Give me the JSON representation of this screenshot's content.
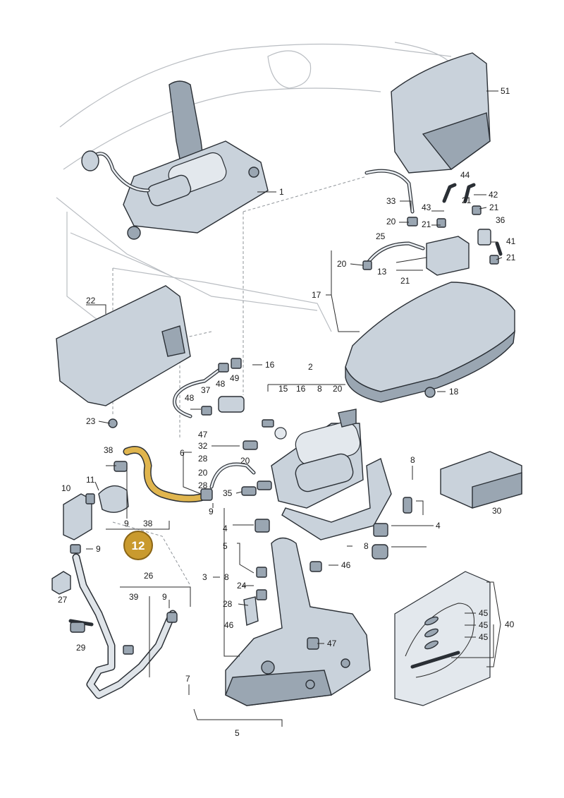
{
  "highlight": {
    "badge": "12",
    "color_fill": "#c99a2e",
    "color_stroke": "#8a6516",
    "hose_color": "#e0b54e"
  },
  "labels": {
    "p1": "1",
    "p2": "2",
    "p3": "3",
    "p4a": "4",
    "p4b": "4",
    "p5a": "5",
    "p5b": "5",
    "p6": "6",
    "p7": "7",
    "p8a": "8",
    "p8b": "8",
    "p8c": "8",
    "p8d": "8",
    "p9a": "9",
    "p9b": "9",
    "p9c": "9",
    "p9d": "9",
    "p10": "10",
    "p11": "11",
    "p13": "13",
    "p15": "15",
    "p16a": "16",
    "p16b": "16",
    "p17": "17",
    "p18": "18",
    "p20a": "20",
    "p20b": "20",
    "p20c": "20",
    "p20d": "20",
    "p20e": "20",
    "p21a": "21",
    "p21b": "21",
    "p21c": "21",
    "p21d": "21",
    "p21e": "21",
    "p22": "22",
    "p23": "23",
    "p24": "24",
    "p25": "25",
    "p26": "26",
    "p27": "27",
    "p28a": "28",
    "p28b": "28",
    "p29": "29",
    "p30": "30",
    "p32": "32",
    "p33": "33",
    "p35": "35",
    "p36": "36",
    "p37": "37",
    "p38a": "38",
    "p38b": "38",
    "p39": "39",
    "p40": "40",
    "p41": "41",
    "p42": "42",
    "p43": "43",
    "p44": "44",
    "p45a": "45",
    "p45b": "45",
    "p45c": "45",
    "p46a": "46",
    "p46b": "46",
    "p47a": "47",
    "p47b": "47",
    "p48a": "48",
    "p48b": "48",
    "p49": "49",
    "p51": "51"
  }
}
